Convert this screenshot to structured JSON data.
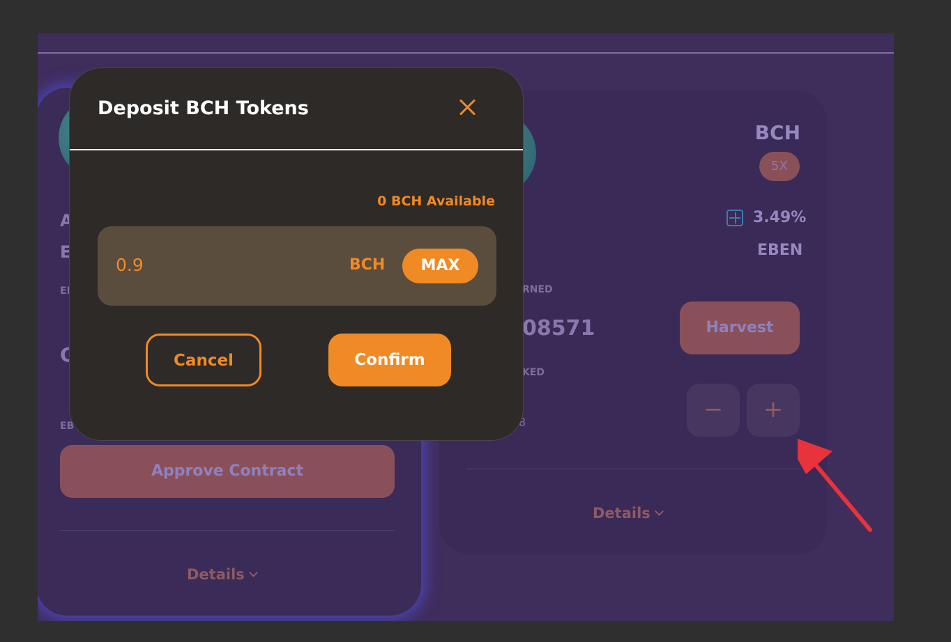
{
  "background_card_left": {
    "row_letter_1": "A",
    "row_letter_2": "E",
    "small_label_1": "EI",
    "big_char": "C",
    "small_label_2": "EB",
    "approve_button": "Approve Contract",
    "details": "Details"
  },
  "background_card_right": {
    "token": "BCH",
    "multiplier": "5X",
    "apr": "3.49%",
    "reward_token": "EBEN",
    "earned_label": "RNED",
    "earned_value": "08571",
    "staked_label": "KED",
    "staked_value": "8",
    "harvest_button": "Harvest",
    "minus_button": "−",
    "plus_button": "+",
    "details": "Details"
  },
  "modal": {
    "title": "Deposit BCH Tokens",
    "available": "0 BCH Available",
    "amount": "0.9",
    "unit": "BCH",
    "max_button": "MAX",
    "cancel_button": "Cancel",
    "confirm_button": "Confirm"
  },
  "colors": {
    "accent": "#f08a24",
    "modal_bg": "#2e2a28",
    "page_bg": "#3f2d5c",
    "annotation_arrow": "#e8323c"
  }
}
